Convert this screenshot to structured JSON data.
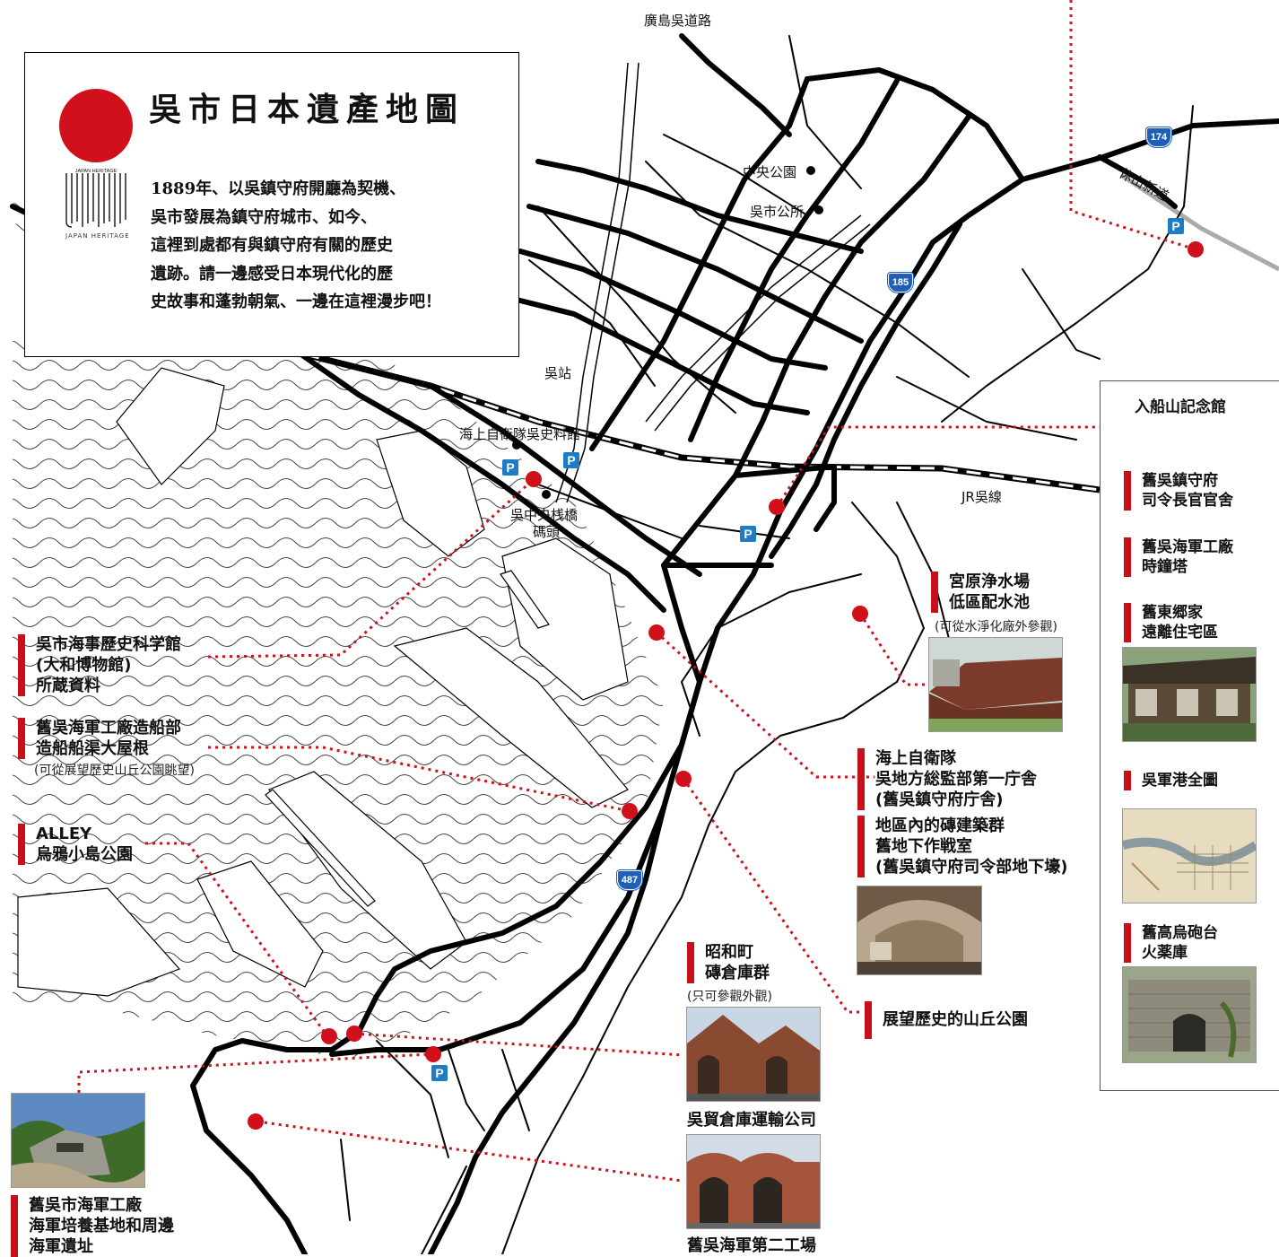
{
  "info": {
    "title": "吳市日本遺產地圖",
    "logo_script": "JAPAN HERITAGE",
    "logo_text": "JAPAN HERITAGE",
    "body": [
      "1889年、以吳鎮守府開廳為契機、",
      "吳市發展為鎮守府城市、如今、",
      "這裡到處都有與鎮守府有關的歷史",
      "遺跡。請一邊感受日本現代化的歷",
      "史故事和蓬勃朝氣、一邊在這裡漫步吧！"
    ]
  },
  "map_labels": {
    "hiroshima_road": "廣島吳道路",
    "central_park": "中央公園",
    "city_office": "吳市公所",
    "kure_station": "吳站",
    "jmsdf_museum": "海上自衛隊吳史料館",
    "pier_line1": "吳中央桟橋",
    "pier_line2": "碼頭",
    "jr_line": "JR吳線",
    "kyuzan_road": "休山新道"
  },
  "route_shields": [
    "174",
    "185",
    "487"
  ],
  "parking_label": "P",
  "pois_left": [
    {
      "lines": [
        "吳市海事歷史科学館",
        "(大和博物館)",
        "所蔵資料"
      ]
    },
    {
      "lines": [
        "舊吳海軍工廠造船部",
        "造船船渠大屋根"
      ],
      "note": "(可從展望歷史山丘公園眺望)"
    },
    {
      "lines": [
        "ALLEY",
        "烏鴉小島公園"
      ]
    },
    {
      "lines": [
        "舊吳市海軍工廠",
        "海軍培養基地和周邊",
        "海軍遺址"
      ]
    }
  ],
  "pois_center": [
    {
      "lines": [
        "宮原浄水場",
        "低區配水池"
      ],
      "note": "(可從水淨化廠外參觀)"
    },
    {
      "lines": [
        "海上自衛隊",
        "吳地方総監部第一庁舎",
        "(舊吳鎮守府庁舎)"
      ]
    },
    {
      "lines": [
        "地區內的磚建築群",
        "舊地下作戦室",
        "(舊吳鎮守府司令部地下壕)"
      ]
    },
    {
      "lines": [
        "展望歷史的山丘公園"
      ]
    },
    {
      "lines": [
        "昭和町",
        "磚倉庫群"
      ],
      "note": "(只可參觀外觀)"
    }
  ],
  "captions": {
    "warehouse": "吳貿倉庫運輸公司",
    "factory": "舊吳海軍第二工場"
  },
  "sidebar": {
    "title": "入船山記念館",
    "items": [
      {
        "lines": [
          "舊吳鎮守府",
          "司令長官官舍"
        ]
      },
      {
        "lines": [
          "舊吳海軍工廠",
          "時鐘塔"
        ]
      },
      {
        "lines": [
          "舊東郷家",
          "遠離住宅區"
        ]
      },
      {
        "lines": [
          "吳軍港全圖"
        ]
      },
      {
        "lines": [
          "舊高烏砲台",
          "火薬庫"
        ]
      }
    ]
  },
  "colors": {
    "accent_red": "#d0101b",
    "parking_blue": "#1d7cc4",
    "shield_blue": "#1f5fb8"
  }
}
